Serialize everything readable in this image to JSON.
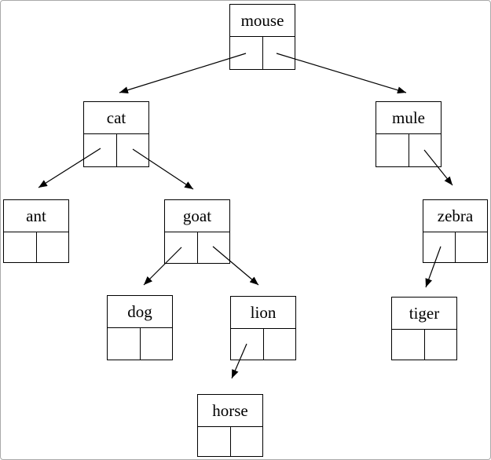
{
  "frame": {
    "background_color": "#ffffff",
    "border_color": "#a9a9a9"
  },
  "diagram": {
    "type": "binary-tree-linked-node-diagram",
    "line_color": "#000000",
    "node_border_color": "#000000",
    "text_color": "#000000",
    "nodes": [
      {
        "id": "mouse",
        "label": "mouse"
      },
      {
        "id": "cat",
        "label": "cat"
      },
      {
        "id": "mule",
        "label": "mule"
      },
      {
        "id": "ant",
        "label": "ant"
      },
      {
        "id": "goat",
        "label": "goat"
      },
      {
        "id": "zebra",
        "label": "zebra"
      },
      {
        "id": "dog",
        "label": "dog"
      },
      {
        "id": "lion",
        "label": "lion"
      },
      {
        "id": "tiger",
        "label": "tiger"
      },
      {
        "id": "horse",
        "label": "horse"
      }
    ],
    "edges": [
      {
        "from": "mouse",
        "pointer": "left",
        "to": "cat"
      },
      {
        "from": "mouse",
        "pointer": "right",
        "to": "mule"
      },
      {
        "from": "cat",
        "pointer": "left",
        "to": "ant"
      },
      {
        "from": "cat",
        "pointer": "right",
        "to": "goat"
      },
      {
        "from": "mule",
        "pointer": "right",
        "to": "zebra"
      },
      {
        "from": "goat",
        "pointer": "left",
        "to": "dog"
      },
      {
        "from": "goat",
        "pointer": "right",
        "to": "lion"
      },
      {
        "from": "zebra",
        "pointer": "left",
        "to": "tiger"
      },
      {
        "from": "lion",
        "pointer": "left",
        "to": "horse"
      }
    ]
  }
}
